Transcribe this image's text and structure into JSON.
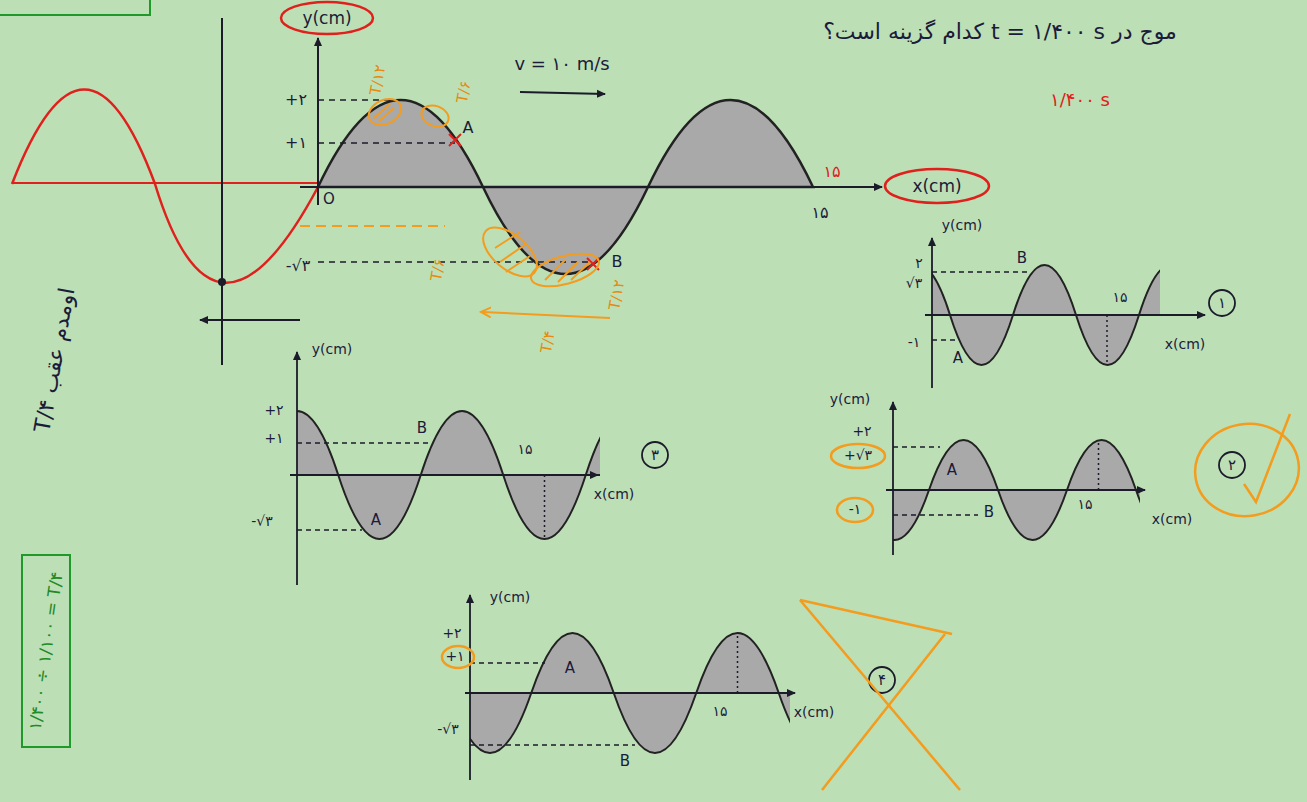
{
  "diagram": {
    "labels": [
      "موج در t = ۱/۴۰۰ s کدام گزینه است؟",
      "۱/۴۰۰ s",
      "y(cm)",
      "x(cm)",
      "v = ۱۰ m/s",
      "+۲",
      "+۱",
      "O",
      "-√۳",
      "A",
      "B",
      "۱۵",
      "۱۵",
      "T/۱۲",
      "T/۶",
      "T/۶",
      "T/۱۲",
      "T/۴",
      "T/۴ اومدم عقب",
      "۱/۴۰۰ ÷ ۱/۱۰۰ = T/۴",
      "y(cm)",
      "۲",
      "√۳",
      "-۱",
      "A",
      "B",
      "۱۵",
      "x(cm)",
      "۱",
      "y(cm)",
      "+۲",
      "+√۳",
      "-۱",
      "A",
      "B",
      "۱۵",
      "x(cm)",
      "۲",
      "y(cm)",
      "+۲",
      "+۱",
      "-√۳",
      "A",
      "B",
      "۱۵",
      "x(cm)",
      "۳",
      "y(cm)",
      "+۲",
      "+۱",
      "-√۳",
      "A",
      "B",
      "۱۵",
      "x(cm)",
      "۴"
    ]
  }
}
